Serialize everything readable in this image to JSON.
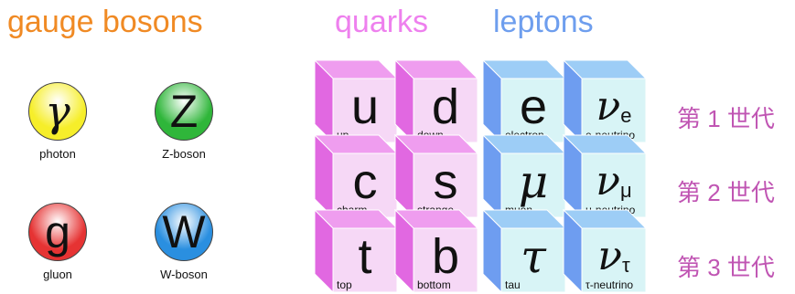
{
  "headings": {
    "gauge": "gauge bosons",
    "quarks": "quarks",
    "leptons": "leptons"
  },
  "bosons": [
    {
      "symbol": "γ",
      "label": "photon",
      "color": "#f6ee2a"
    },
    {
      "symbol": "Z",
      "label": "Z-boson",
      "color": "#2fb63a"
    },
    {
      "symbol": "g",
      "label": "gluon",
      "color": "#e63333"
    },
    {
      "symbol": "W",
      "label": "W-boson",
      "color": "#2a8fe0"
    }
  ],
  "grid": {
    "colors": {
      "quark_front": "#f6d8f6",
      "quark_top": "#ef9def",
      "quark_side": "#e168e1",
      "lepton_front": "#d8f4f6",
      "lepton_top": "#9dcdf6",
      "lepton_side": "#6e9df0"
    },
    "rows": [
      [
        {
          "symbol": "u",
          "label": "up"
        },
        {
          "symbol": "d",
          "label": "down"
        },
        {
          "symbol": "e",
          "label": "electron"
        },
        {
          "symbol": "ν",
          "sub": "e",
          "label": "e-neutrino"
        }
      ],
      [
        {
          "symbol": "c",
          "label": "charm"
        },
        {
          "symbol": "s",
          "label": "strange"
        },
        {
          "symbol": "μ",
          "label": "muon"
        },
        {
          "symbol": "ν",
          "sub": "μ",
          "label": "μ-neutrino"
        }
      ],
      [
        {
          "symbol": "t",
          "label": "top"
        },
        {
          "symbol": "b",
          "label": "bottom"
        },
        {
          "symbol": "τ",
          "label": "tau"
        },
        {
          "symbol": "ν",
          "sub": "τ",
          "label": "τ-neutrino"
        }
      ]
    ]
  },
  "generations": [
    "第 1 世代",
    "第 2 世代",
    "第 3 世代"
  ]
}
